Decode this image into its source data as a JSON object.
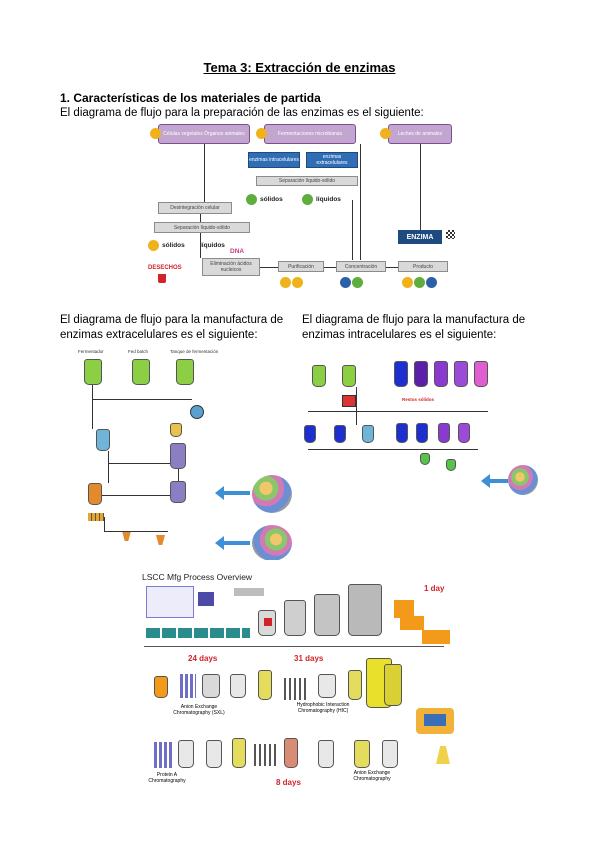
{
  "document": {
    "title": "Tema 3: Extracción de enzimas",
    "section_heading": "1. Características de los materiales de partida",
    "intro_text": "El diagrama de flujo para la preparación de las enzimas es el siguiente:",
    "extracellular_caption": "El diagrama de flujo para la manufactura de enzimas extracelulares es el siguiente:",
    "intracellular_caption": "El diagrama de flujo para la manufactura de enzimas intracelulares es el siguiente:"
  },
  "flow1": {
    "source1": "Células vegetales Órganos animales",
    "source2": "Fermentaciones microbianas",
    "source3": "Leches de animales",
    "extracellular": "enzimas extracelulares",
    "intracellular": "enzimas intracelulares",
    "liquid_separation": "Separación líquido-sólido",
    "solids": "sólidos",
    "liquids": "líquidos",
    "cell_disruption": "Desintegración celular",
    "separation2": "Separación líquido-sólido",
    "solids2": "sólidos",
    "liquids2": "líquidos",
    "waste": "DESECHOS",
    "removal": "Eliminación ácidos nucleicos",
    "purification": "Purificación",
    "concentration": "Concentración",
    "product": "Producto",
    "enzyme": "ENZIMA",
    "dna": "DNA"
  },
  "flow3": {
    "header": "LSCC Mfg Process Overview",
    "days1": "24 days",
    "days2": "31 days",
    "days3": "1 day",
    "days4": "8 days",
    "anion": "Anion Exchange Chromatography (SXL)",
    "hydrophobic": "Hydrophobic Interaction Chromatography (HIC)",
    "protein_a": "Protein A Chromatography",
    "anion2": "Anion Exchange Chromatography"
  },
  "colors": {
    "purple": "#c2a6cf",
    "blue": "#2f6db5",
    "yellow": "#f0b21b",
    "green": "#5fae3b",
    "arrow_blue": "#3d8fd6",
    "red_label": "#d1232a"
  }
}
